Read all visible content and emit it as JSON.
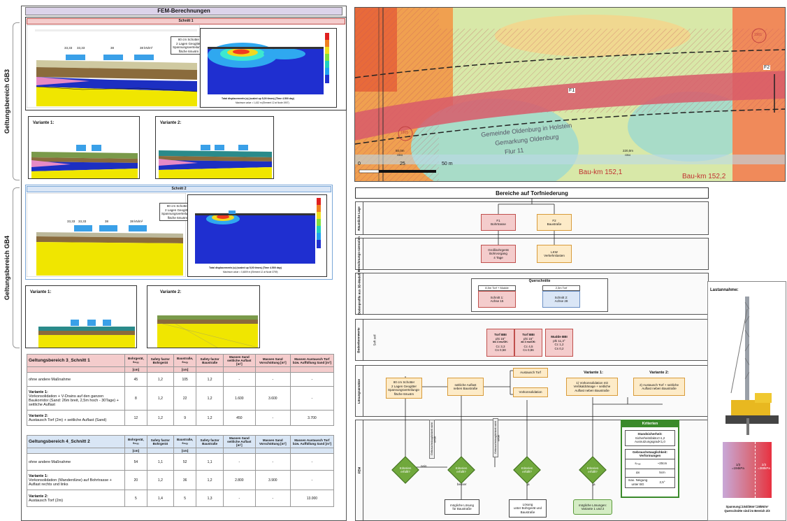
{
  "fem": {
    "title": "FEM-Berechnungen",
    "side_gb3": "Geltungsbereich GB3",
    "side_gb4": "Geltungsbereich GB4",
    "schnitt1": {
      "title": "Schnitt 1",
      "callout": [
        "80 cm Schotter",
        "2 Lagen Geogitter",
        "Spannungsverteilungs-",
        "fläche 6m±6m"
      ],
      "loads": [
        "33,33",
        "33,33",
        "38",
        "38 kN/m²"
      ],
      "plot_caption": "Total displacements |u| (scaled up 5,00 times) (Time 4.500 day)",
      "plot_sub": "Maximum value = 1,432 m (Element 12 at Node 1907)"
    },
    "schnitt2": {
      "title": "Schnitt 2",
      "callout": [
        "80 cm Schotter",
        "2 Lagen Geogitter",
        "Spannungsverteilungs-",
        "fläche 6m±6m"
      ],
      "loads": [
        "33,33",
        "33,33",
        "38",
        "38 kN/m²"
      ],
      "plot_caption": "Total displacements |u| (scaled up 5,00 times) (Time 4.500 day)",
      "plot_sub": "Maximum value = 0,4809 m (Element 12 at Node 3759)"
    },
    "variante1": "Variante 1:",
    "variante2": "Variante 2:"
  },
  "table1": {
    "title": "Geltungsbereich 3_Schnitt 1",
    "headers": [
      "Bohrgerät, sₘₐₓ",
      "Safety factor Bohrgerät",
      "Baustraße, sₘₐₓ",
      "Safety factor Baustraße",
      "Massen Sand seitliche Auflast [m³]",
      "Massen Sand Vorschüttung [m³]",
      "Massen Austausch Torf bzw. Auffüllung Sand [m³]"
    ],
    "units": [
      "[cm]",
      "",
      "[cm]",
      "",
      "",
      "",
      ""
    ],
    "rows": [
      {
        "label_b": "",
        "label": "ohne andere Maßnahme",
        "values": [
          "45",
          "1,2",
          "105",
          "1,2",
          "-",
          "-",
          "-"
        ]
      },
      {
        "label_b": "Variante 1:",
        "label": "Vorkonsolidation + V-Drains auf den ganzen Baukorridor (Sand: 26m breit, 2,5m hoch - 30Tage) + seitliche Auflast",
        "values": [
          "8",
          "1,2",
          "22",
          "1,2",
          "1.600",
          "3.600",
          "-"
        ]
      },
      {
        "label_b": "Variante 2:",
        "label": "Austausch Torf (2m) + seitliche Auflast (Sand)",
        "values": [
          "12",
          "1,2",
          "9",
          "1,2",
          "450",
          "-",
          "3.700"
        ]
      }
    ]
  },
  "table2": {
    "title": "Geltungsbereich 4_Schnitt 2",
    "headers": [
      "Bohrgerät, sₘₐₓ",
      "Safety factor Bohrgerät",
      "Baustraße, sₘₐₓ",
      "Safety factor Baustraße",
      "Massen Sand seitliche Auflast [m³]",
      "Massen Sand Vorschüttung [m³]",
      "Massen Austausch Torf bzw. Auffüllung Sand [m³]"
    ],
    "units": [
      "[cm]",
      "",
      "[cm]",
      "",
      "",
      "",
      ""
    ],
    "rows": [
      {
        "label_b": "",
        "label": "ohne andere Maßnahme",
        "values": [
          "54",
          "1,1",
          "52",
          "1,1",
          "-",
          "-",
          "-"
        ]
      },
      {
        "label_b": "Variante 1:",
        "label": "Vorkonsolidation (Wanderdüne) auf Bohrtrasse + Auflast rechts und links",
        "values": [
          "20",
          "1,2",
          "36",
          "1,2",
          "2.800",
          "3.900",
          "-"
        ]
      },
      {
        "label_b": "Variante 2:",
        "label": "Austausch Torf (2m)",
        "values": [
          "5",
          "1,4",
          "5",
          "1,3",
          "-",
          "-",
          "13.000"
        ]
      }
    ]
  },
  "map": {
    "labels": [
      "F1",
      "F2",
      "1901",
      "1905",
      "Gemeinde Oldenburg in Holstein",
      "Gemarkung Oldenburg",
      "Flur 11",
      "Bau-km 152,1",
      "Bau-km 152,2",
      "50,0m",
      "GB3",
      "220,0m",
      "GB4"
    ],
    "scale": [
      "0",
      "25",
      "50 m"
    ]
  },
  "flow": {
    "title": "Bereiche auf Torfniederung",
    "rows": [
      "Räumliche Lage",
      "Berechnungs-szenarien",
      "Bodenprofile aus 3D-Modell",
      "Bodenkennwerte",
      "Lösungsansätze",
      "FEM"
    ],
    "f1": [
      "F1",
      "Bohrtrasse"
    ],
    "f2": [
      "F2",
      "Baustraße"
    ],
    "gross": [
      "Großbohrgerät",
      "Bohrvorgang",
      "4 Tage"
    ],
    "lkw": [
      "LKW",
      "Verkehrslasten"
    ],
    "querschnitte": "Querschnitte",
    "q1_head": "8,5m Torf + Mudde",
    "q2_head": "2,3m Torf",
    "q1": [
      "Schnitt 1:",
      "Achse 15"
    ],
    "q2": [
      "Schnitt 2:",
      "Achse 28"
    ],
    "soft": "Soft soil",
    "torf1": [
      "Torf BBI",
      "phi 15°",
      "bis 4 mu/OK:",
      "Cc 3,3",
      "Cs 0,58"
    ],
    "torf2": [
      "Torf BBI",
      "phi 15°",
      "ab 4 mu/OK:",
      "Cc 4,5",
      "Cs 0,86"
    ],
    "mudde": [
      "Mudde BBI",
      "phi 11,3°",
      "Cc 1,2",
      "Cs 0,2"
    ],
    "schotter": [
      "80 cm Schotter",
      "2 Lagen Geogitter",
      "Spannungsverteilungs-",
      "fläche 6m±6m"
    ],
    "seitlich": [
      "seitliche Auflast",
      "neben Baustraße"
    ],
    "austausch": "Austausch Torf",
    "vorkons": "Vorkonsolidation",
    "var1_title": "Variante 1:",
    "var1": [
      "1) Vorkonsolidation mit",
      "Vertikaldränage + seitliche",
      "Auflast neben Baustraße"
    ],
    "var2_title": "Variante 2:",
    "var2": [
      "2) Austausch Torf + seitliche",
      "Auflast neben Baustraße"
    ],
    "kriterien_erfuellt": [
      "Kriterien",
      "erfüllt?"
    ],
    "nein": "nein",
    "ja": "ja",
    "besser": "besser",
    "bessere_tag": "Gebrauchstauglichkeit nicht erfüllt",
    "loesung1": [
      "mögliche Lösung",
      "für Baustraße"
    ],
    "loesung2": [
      "Lösung",
      "unter Bohrgerät und",
      "Baustraße"
    ],
    "loesung3": [
      "mögliche Lösungen:",
      "Variante 1 und 2"
    ],
    "kriterien": {
      "title": "Kriterien",
      "stand_t": "Standsicherheit:",
      "stand": [
        "Sicherheitsfaktor>1,2",
        "Ausnutzungsgrad<1,0"
      ],
      "gebrauch_t": "Gebrauchstauglichkeit: Verformungen",
      "rows": [
        [
          "sₘₐₓ",
          "~20cm"
        ],
        [
          "Δs",
          "5cm"
        ],
        [
          "max. Neigung unter BG",
          "2,5°"
        ]
      ]
    }
  },
  "last": {
    "title": "Lastannahme:",
    "left": [
      "1/3",
      "=194kPa"
    ],
    "right": [
      "2/3",
      "=388kPa"
    ],
    "caption": [
      "Spannung=104t/36m²=28kN/m²",
      "Querschnitte sind im Bereich 2/3"
    ]
  }
}
